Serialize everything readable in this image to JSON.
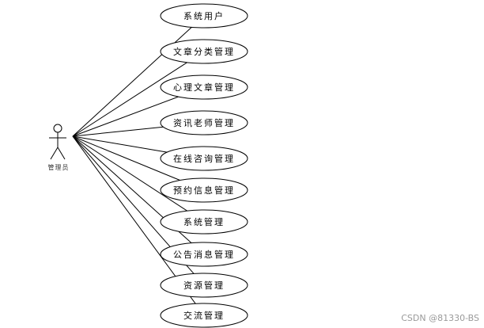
{
  "actor": {
    "name": "管理员"
  },
  "use_cases": [
    {
      "label": "系统用户"
    },
    {
      "label": "文章分类管理"
    },
    {
      "label": "心理文章管理"
    },
    {
      "label": "资讯老师管理"
    },
    {
      "label": "在线咨询管理"
    },
    {
      "label": "预约信息管理"
    },
    {
      "label": "系统管理"
    },
    {
      "label": "公告消息管理"
    },
    {
      "label": "资源管理"
    },
    {
      "label": "交流管理"
    }
  ],
  "watermark": "CSDN @81330-BS",
  "colors": {
    "stroke": "#000000",
    "background": "#ffffff",
    "watermark": "#9a9a9a"
  }
}
